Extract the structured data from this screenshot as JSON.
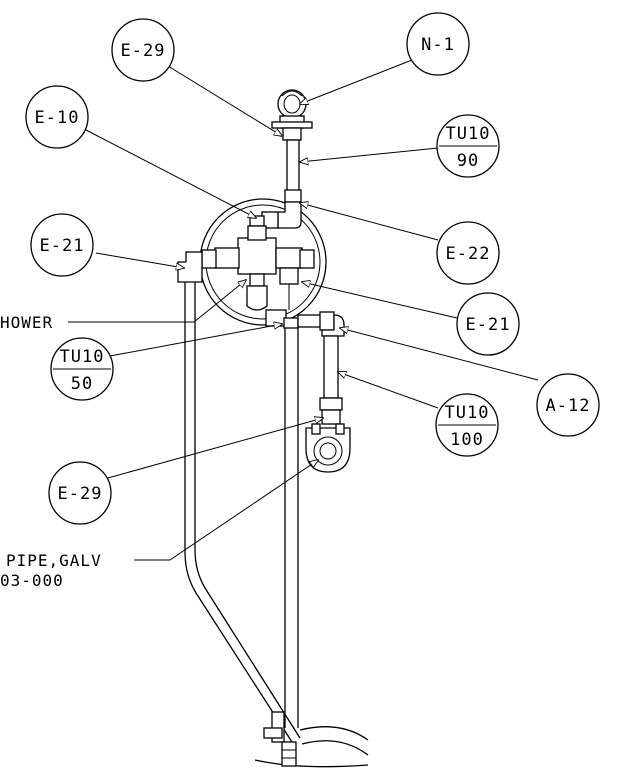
{
  "callouts": {
    "n1": "N-1",
    "e29_top": "E-29",
    "e10": "E-10",
    "tu10_a": {
      "top": "TU10",
      "bottom": "90"
    },
    "e21_left": "E-21",
    "e22": "E-22",
    "e21_right": "E-21",
    "tu10_b": {
      "top": "TU10",
      "bottom": "50"
    },
    "a12": "A-12",
    "tu10_c": {
      "top": "TU10",
      "bottom": "100"
    },
    "e29_bottom": "E-29"
  },
  "notes": {
    "shower": "HOWER",
    "pipe_line1": "PIPE,GALV",
    "pipe_line2": "03-000"
  }
}
